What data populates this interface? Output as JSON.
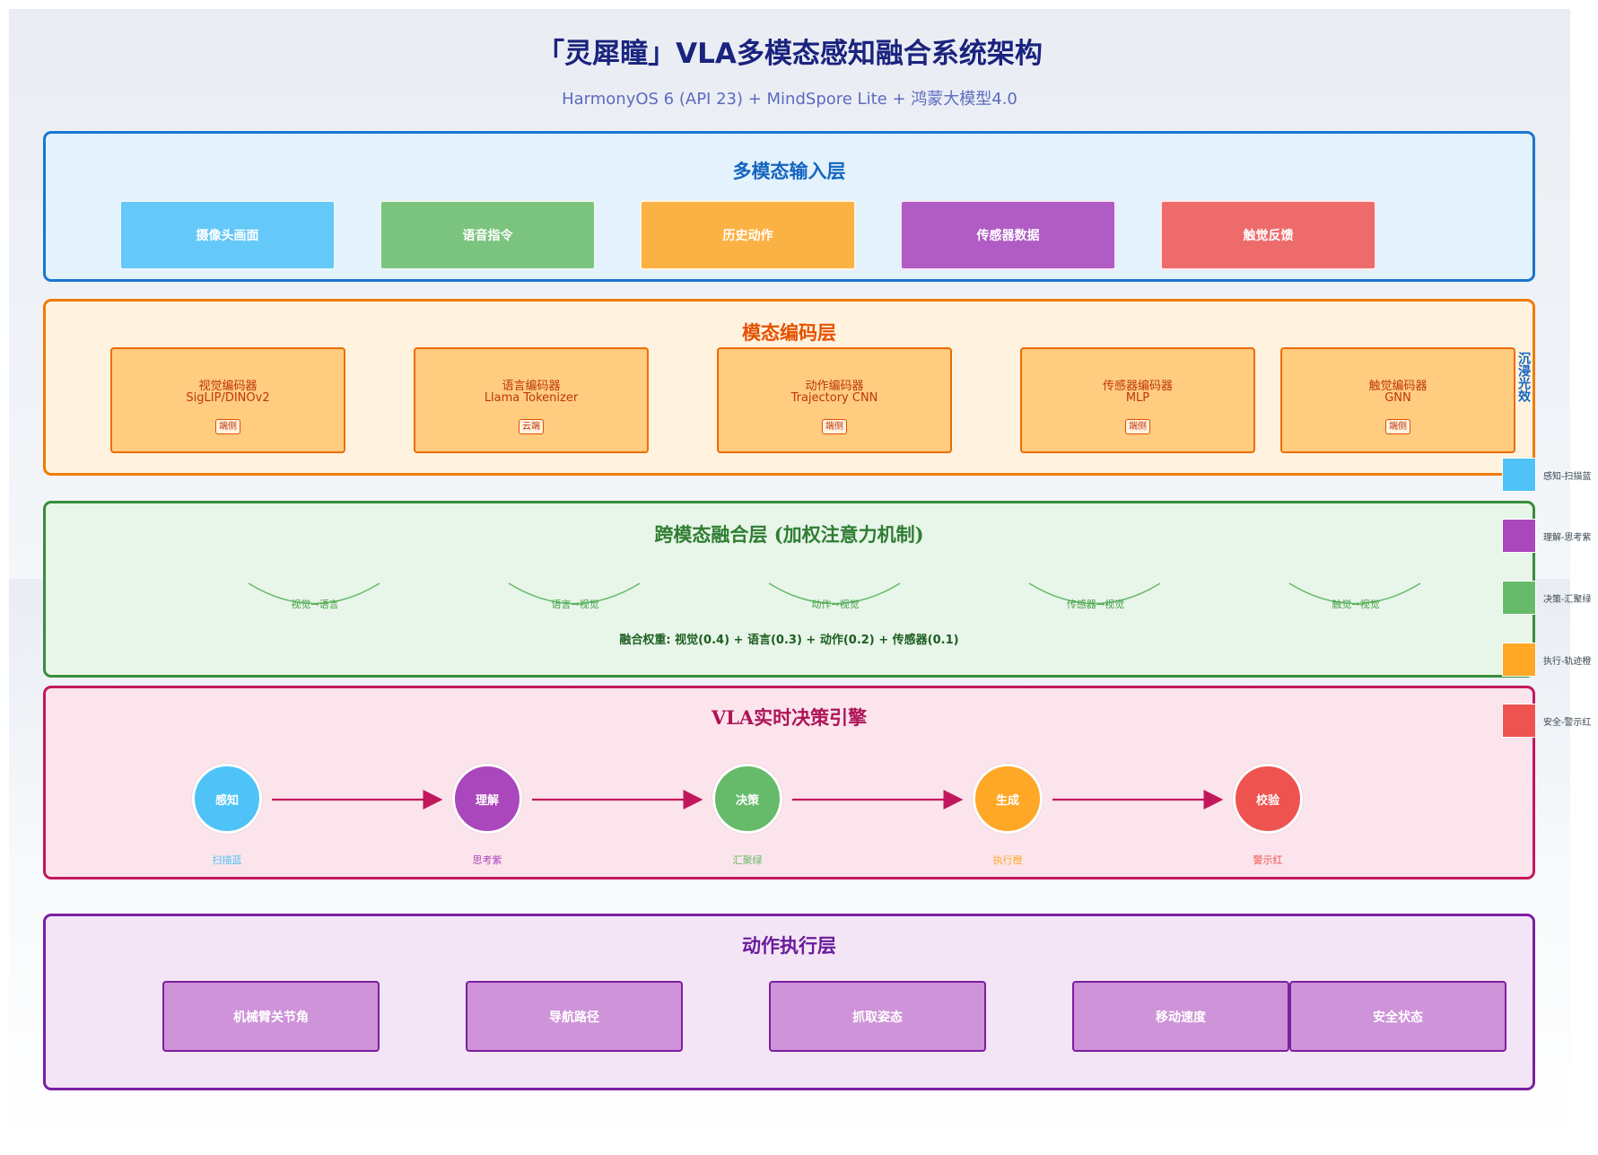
{
  "header": {
    "title": "「灵犀瞳」VLA多模态感知融合系统架构",
    "subtitle": "HarmonyOS 6 (API 23) + MindSpore Lite + 鸿蒙大模型4.0"
  },
  "input_layer": {
    "title": "多模态输入层",
    "items": [
      {
        "label": "摄像头画面",
        "color": "#64c8f8"
      },
      {
        "label": "语音指令",
        "color": "#7bc47f"
      },
      {
        "label": "历史动作",
        "color": "#fbb244"
      },
      {
        "label": "传感器数据",
        "color": "#b05cc4"
      },
      {
        "label": "触觉反馈",
        "color": "#ed6b6b"
      }
    ]
  },
  "encoding_layer": {
    "title": "模态编码层",
    "encoders": [
      {
        "name": "视觉编码器",
        "model": "SigLIP/DINOv2",
        "tag": "端侧"
      },
      {
        "name": "语言编码器",
        "model": "Llama Tokenizer",
        "tag": "云端"
      },
      {
        "name": "动作编码器",
        "model": "Trajectory CNN",
        "tag": "端侧"
      },
      {
        "name": "传感器编码器",
        "model": "MLP",
        "tag": "端侧"
      },
      {
        "name": "触觉编码器",
        "model": "GNN",
        "tag": "端侧"
      }
    ]
  },
  "fusion_layer": {
    "title": "跨模态融合层 (加权注意力机制)",
    "links": [
      "视觉→语言",
      "语言→视觉",
      "动作→视觉",
      "传感器→视觉",
      "触觉→视觉"
    ],
    "weights_text": "融合权重: 视觉(0.4) + 语言(0.3) + 动作(0.2) + 传感器(0.1)"
  },
  "decision_layer": {
    "title": "VLA实时决策引擎",
    "stages": [
      {
        "label": "感知",
        "caption": "扫描蓝",
        "color": "#4fc3f7"
      },
      {
        "label": "理解",
        "caption": "思考紫",
        "color": "#ab47bc"
      },
      {
        "label": "决策",
        "caption": "汇聚绿",
        "color": "#66bb6a"
      },
      {
        "label": "生成",
        "caption": "执行橙",
        "color": "#ffa726"
      },
      {
        "label": "校验",
        "caption": "警示红",
        "color": "#ef5350"
      }
    ],
    "arrow_color": "#c2185b"
  },
  "action_layer": {
    "title": "动作执行层",
    "outputs": [
      "机械臂关节角",
      "导航路径",
      "抓取姿态",
      "移动速度",
      "安全状态"
    ]
  },
  "side_label": "沉浸光效",
  "legend": [
    {
      "label": "感知-扫描蓝",
      "color": "#4fc3f7"
    },
    {
      "label": "理解-思考紫",
      "color": "#ab47bc"
    },
    {
      "label": "决策-汇聚绿",
      "color": "#66bb6a"
    },
    {
      "label": "执行-轨迹橙",
      "color": "#ffa726"
    },
    {
      "label": "安全-警示红",
      "color": "#ef5350"
    }
  ]
}
